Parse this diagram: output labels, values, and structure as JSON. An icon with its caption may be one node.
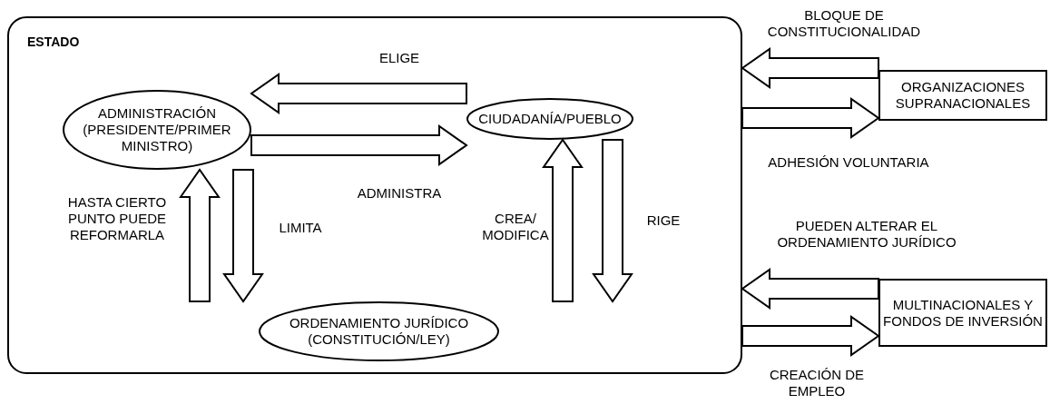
{
  "diagram": {
    "nodes": [
      {
        "text": [
          "ESTADO"
        ]
      },
      {
        "text": [
          "ADMINISTRACIÓN (PRESIDENTE/PRIMER MINISTRO)"
        ],
        "in": 0
      },
      {
        "text": [
          "CIUDADANÍA/PUEBLO"
        ],
        "in": 0
      },
      {
        "text": [
          "ORDENAMIENTO JURÍDICO (CONSTITUCIÓN/LEY)"
        ],
        "in": 0
      },
      {
        "text": [
          "ORGANIZACIONES SUPRANACIONALES"
        ]
      },
      {
        "text": [
          "MULTINACIONALES Y FONDOS DE INVERSIÓN"
        ]
      }
    ],
    "edges": [
      {
        "from": 2,
        "to": 1,
        "arrow": "to",
        "label": "ELIGE"
      },
      {
        "from": 1,
        "to": 2,
        "arrow": "to",
        "label": "ADMINISTRA"
      },
      {
        "from": 3,
        "to": 1,
        "arrow": "to",
        "label": "HASTA CIERTO PUNTO PUEDE REFORMARLA"
      },
      {
        "from": 1,
        "to": 3,
        "arrow": "to",
        "label": "LIMITA"
      },
      {
        "from": 3,
        "to": 2,
        "arrow": "to",
        "label": "CREA/ MODIFICA"
      },
      {
        "from": 2,
        "to": 3,
        "arrow": "to",
        "label": "RIGE"
      },
      {
        "from": 4,
        "to": 0,
        "arrow": "to",
        "label": "BLOQUE DE CONSTITUCIONALIDAD"
      },
      {
        "from": 0,
        "to": 4,
        "arrow": "to",
        "label": "ADHESIÓN VOLUNTARIA"
      },
      {
        "from": 5,
        "to": 0,
        "arrow": "to",
        "label": "PUEDEN ALTERAR EL ORDENAMIENTO JURÍDICO"
      },
      {
        "from": 0,
        "to": 5,
        "arrow": "to",
        "label": "CREACIÓN DE EMPLEO"
      }
    ]
  }
}
